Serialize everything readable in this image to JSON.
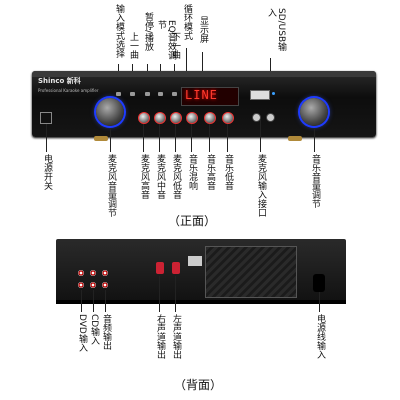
{
  "front_labels": {
    "input_mode": "输入模式选择",
    "prev_track": "上一曲",
    "play_pause": "暂停/播放",
    "eq_adjust": "EQ音效调节",
    "next_track": "下一曲",
    "loop_mode": "循环模式",
    "display": "显示屏",
    "sd_usb_input": "SD/USB输入",
    "power_switch": "电源开关",
    "mic_volume": "麦克风音量调节",
    "mic_treble": "麦克风高音",
    "mic_mid": "麦克风中音",
    "mic_bass": "麦克风低音",
    "music_reverb": "音乐混响",
    "music_treble": "音乐高音",
    "music_bass": "音乐低音",
    "mic_input": "麦克风输入接口",
    "music_volume": "音乐音量调节"
  },
  "front_caption": "（正面）",
  "device": {
    "brand": "Shinco 新科",
    "model": "Professional Karaoke amplifier",
    "display_text": "LINE"
  },
  "rear_labels": {
    "dvd_input": "DVD输入",
    "cd_input": "CD输入",
    "audio_output": "音频输出",
    "right_channel": "右声道输出",
    "left_channel": "左声道输出",
    "power_cord": "电源线输入"
  },
  "rear_caption": "（背面）",
  "colors": {
    "display": "#ff3b2e",
    "knob_ring": "#1e3bff"
  }
}
